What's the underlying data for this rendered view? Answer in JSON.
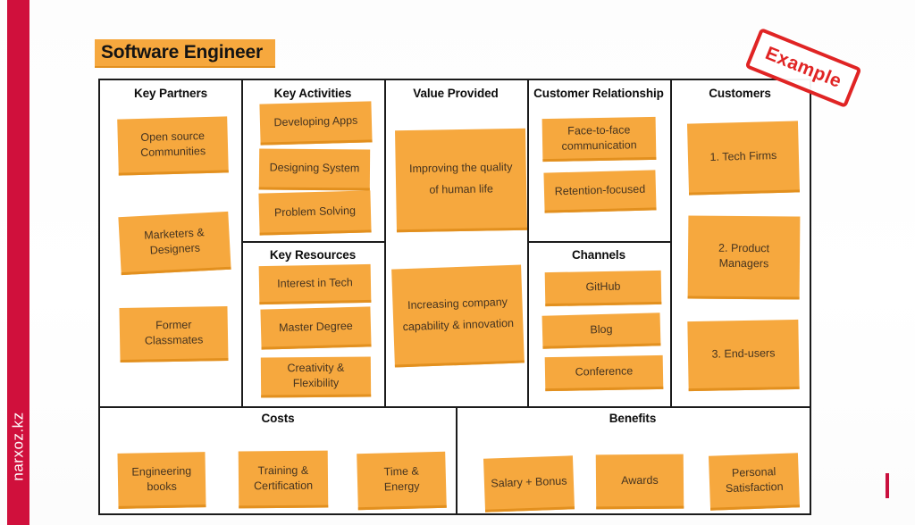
{
  "sidebar": {
    "watermark": "narxoz.kz"
  },
  "page": {
    "title": "Software Engineer",
    "stamp_label": "Example"
  },
  "colors": {
    "accent_red": "#d0103c",
    "stamp_red": "#e02424",
    "note_orange": "#f6a83e",
    "note_edge": "#e2901f",
    "grid_line": "#1b1b1b"
  },
  "sections": {
    "key_partners": {
      "header": "Key Partners",
      "notes": [
        "Open source Communities",
        "Marketers & Designers",
        "Former Classmates"
      ]
    },
    "key_activities": {
      "header": "Key Activities",
      "notes": [
        "Developing Apps",
        "Designing System",
        "Problem Solving"
      ]
    },
    "key_resources": {
      "header": "Key Resources",
      "notes": [
        "Interest in Tech",
        "Master Degree",
        "Creativity & Flexibility"
      ]
    },
    "value_provided": {
      "header": "Value Provided",
      "notes": [
        "Improving the quality of human life",
        "Increasing company capability & innovation"
      ]
    },
    "customer_relationship": {
      "header": "Customer Relationship",
      "notes": [
        "Face-to-face communication",
        "Retention-focused"
      ]
    },
    "channels": {
      "header": "Channels",
      "notes": [
        "GitHub",
        "Blog",
        "Conference"
      ]
    },
    "customers": {
      "header": "Customers",
      "notes": [
        "1. Tech Firms",
        "2. Product Managers",
        "3. End-users"
      ]
    },
    "costs": {
      "header": "Costs",
      "notes": [
        "Engineering books",
        "Training & Certification",
        "Time & Energy"
      ]
    },
    "benefits": {
      "header": "Benefits",
      "notes": [
        "Salary + Bonus",
        "Awards",
        "Personal Satisfaction"
      ]
    }
  }
}
